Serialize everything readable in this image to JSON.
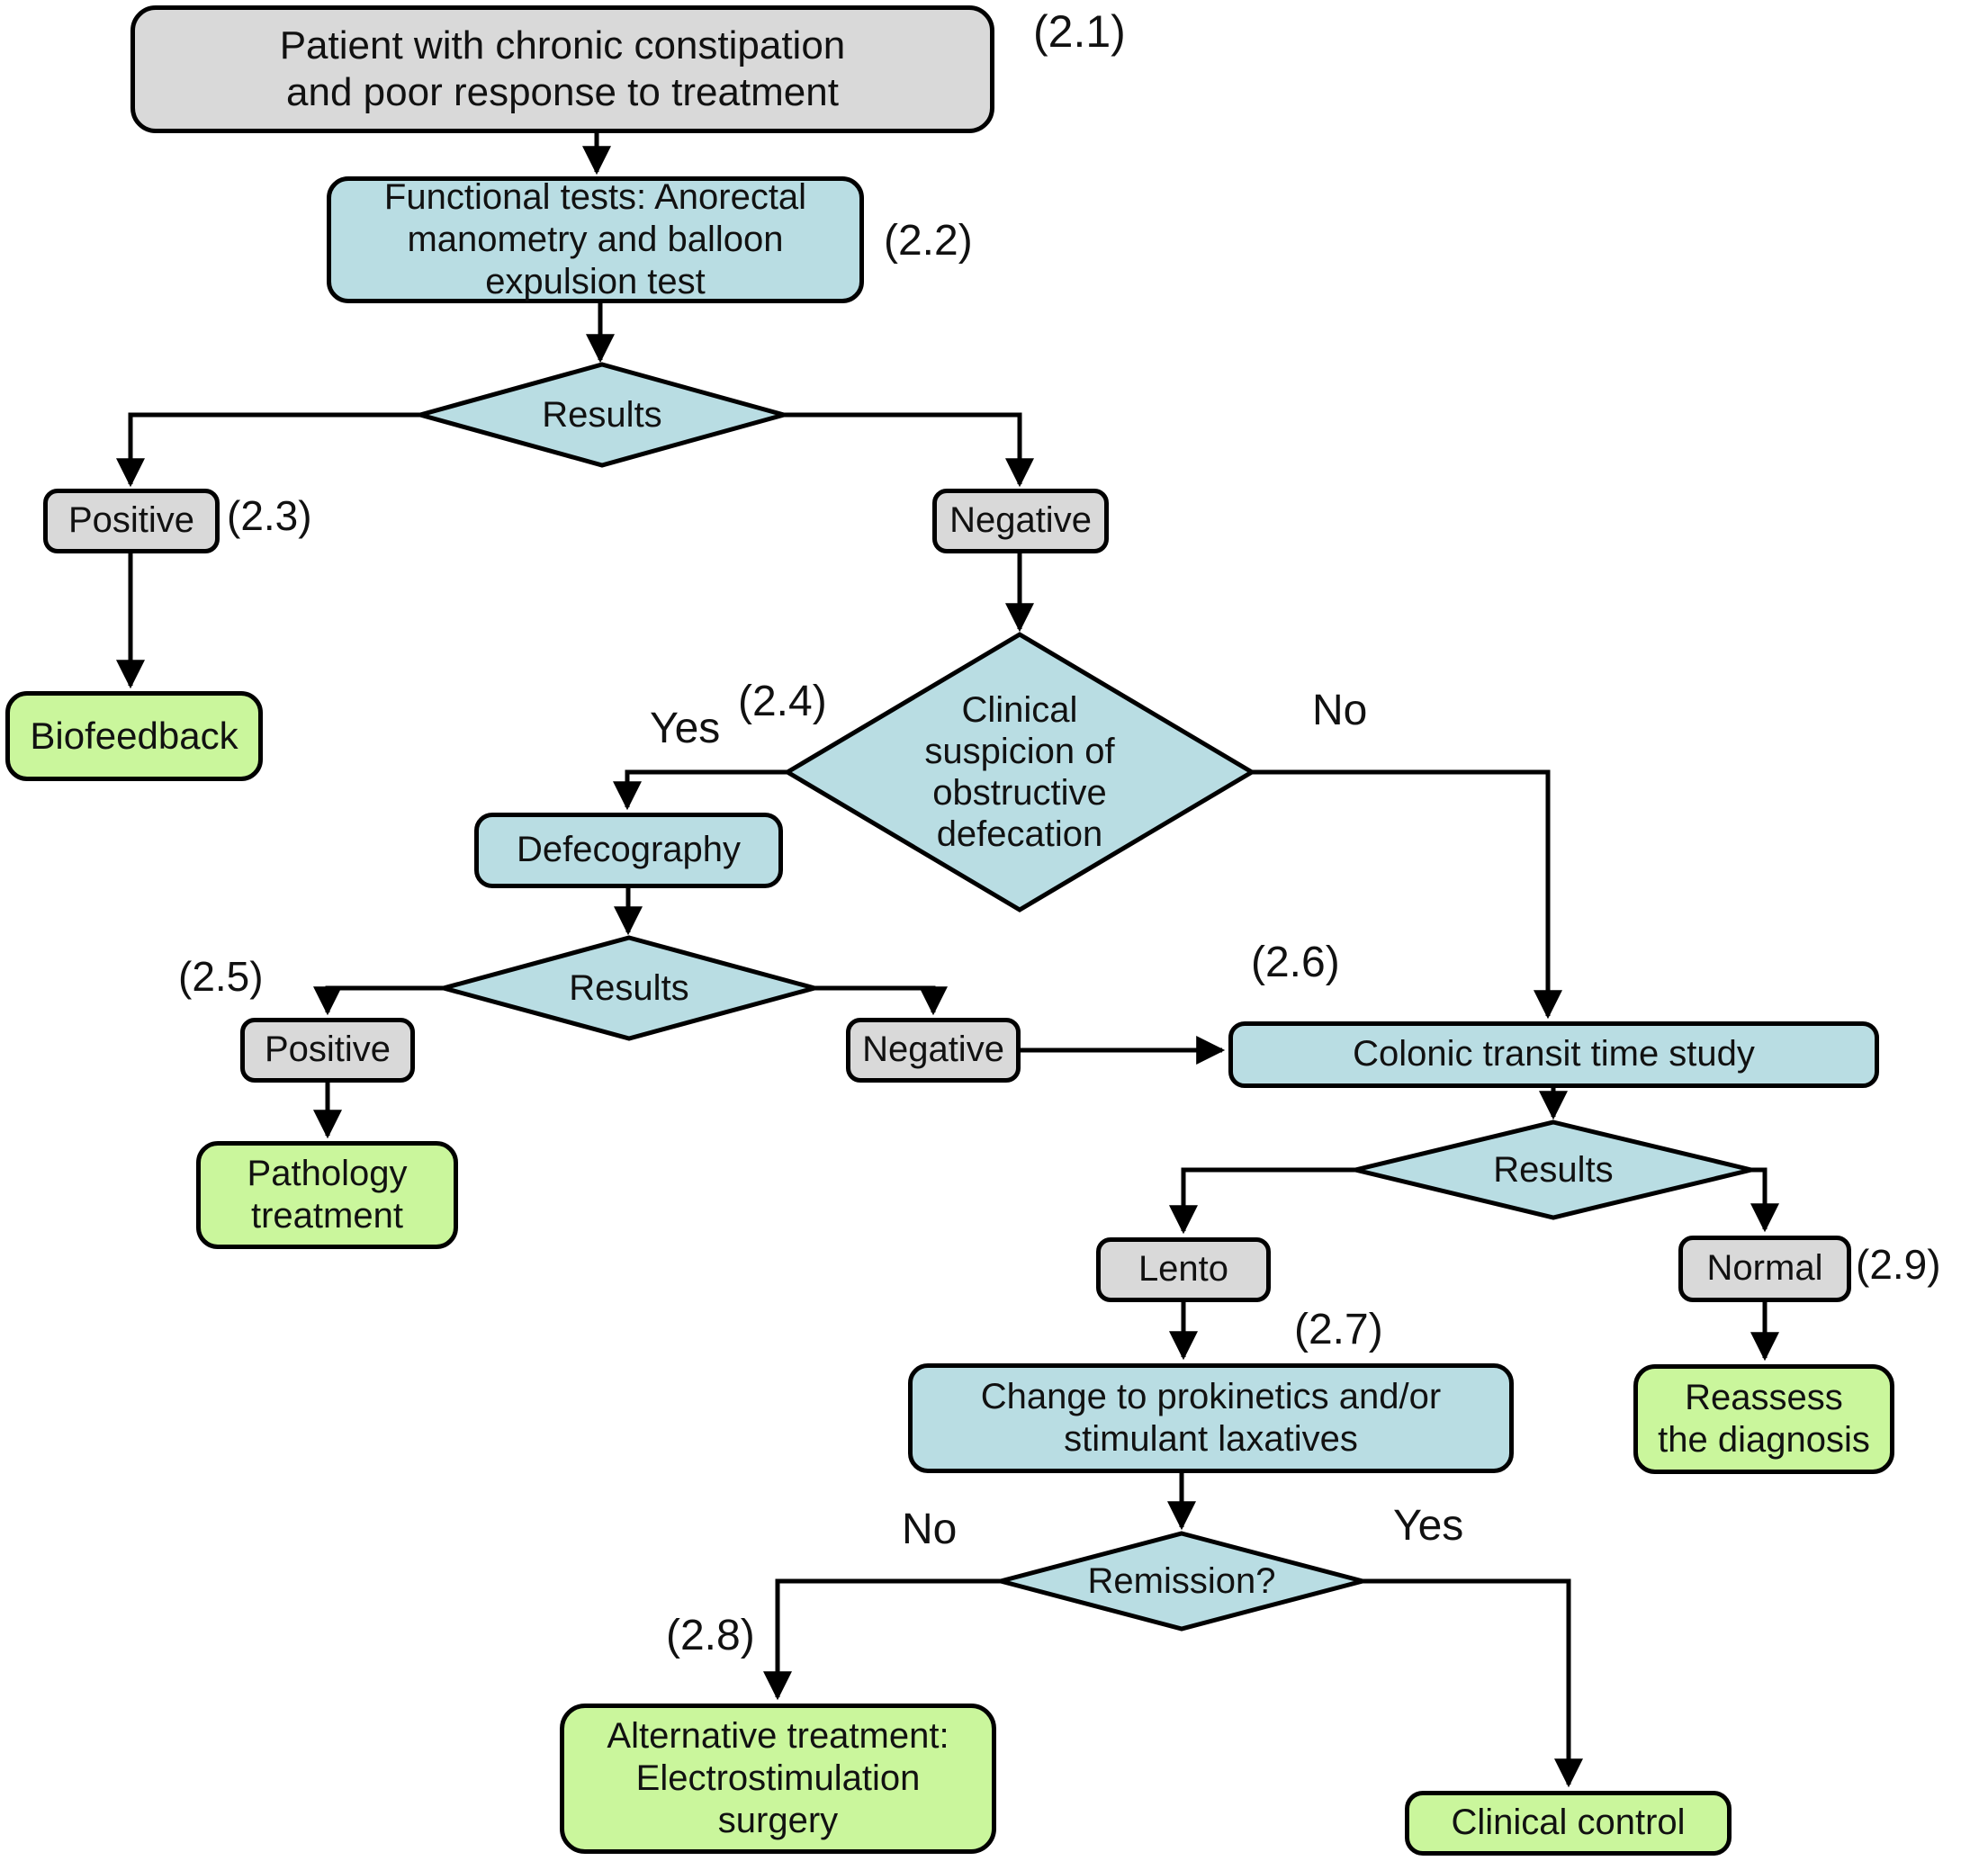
{
  "diagram": {
    "type": "flowchart",
    "background": "#ffffff",
    "colors": {
      "process_box_blue": "#b9dde3",
      "result_box_gray": "#d9d9d9",
      "terminal_box_green": "#caf69c",
      "line_black": "#000000"
    },
    "nodes": {
      "patient": "Patient with chronic constipation\nand poor response to treatment",
      "functional_tests": "Functional tests: Anorectal\nmanometry and balloon\nexpulsion test",
      "results_functional": "Results",
      "positive_functional": "Positive",
      "biofeedback": "Biofeedback",
      "negative_functional": "Negative",
      "clinical_suspicion": "Clinical\nsuspicion of\nobstructive\ndefecation",
      "defecography": "Defecography",
      "results_defecography": "Results",
      "positive_defecography": "Positive",
      "pathology_treatment": "Pathology\ntreatment",
      "negative_defecography": "Negative",
      "colonic_transit": "Colonic transit time study",
      "results_transit": "Results",
      "lento": "Lento",
      "normal": "Normal",
      "change_prokinetics": "Change to prokinetics and/or\nstimulant laxatives",
      "remission": "Remission?",
      "alternative_treatment": "Alternative treatment:\nElectrostimulation\nsurgery",
      "clinical_control": "Clinical control",
      "reassess_diagnosis": "Reassess\nthe diagnosis"
    },
    "refs": {
      "r21": "(2.1)",
      "r22": "(2.2)",
      "r23": "(2.3)",
      "r24": "(2.4)",
      "r25": "(2.5)",
      "r26": "(2.6)",
      "r27": "(2.7)",
      "r28": "(2.8)",
      "r29": "(2.9)"
    },
    "edge_labels": {
      "yes_suspicion": "Yes",
      "no_suspicion": "No",
      "no_remission": "No",
      "yes_remission": "Yes"
    }
  }
}
